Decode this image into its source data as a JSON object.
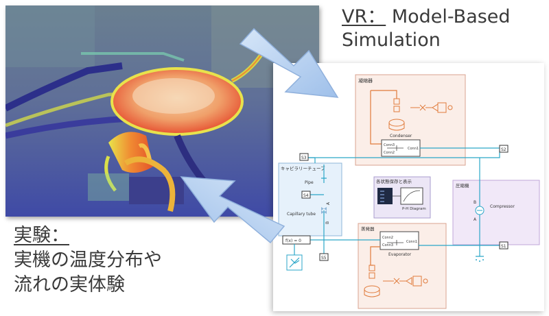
{
  "vr_caption": {
    "heading": "VR：",
    "line1": "Model-Based",
    "line2": "Simulation"
  },
  "experiment_caption": {
    "heading": "実験：",
    "line1": "実機の温度分布や",
    "line2": "流れの実体験"
  },
  "model": {
    "subsystems": {
      "condenser": {
        "title": "凝縮器",
        "block": "Condenser",
        "port1": "Conn1",
        "port2": "Conn2",
        "port3": "Conn3"
      },
      "capillary": {
        "title": "キャピラリーチューブ",
        "pipe": "Pipe",
        "tube": "Capillary tube",
        "port_a": "A",
        "port_b": "B"
      },
      "state": {
        "title": "各状態保存と表示",
        "diagram": "P-H Diagram"
      },
      "compressor": {
        "title": "圧縮機",
        "block": "Compressor",
        "port_a": "A",
        "port_b": "B"
      },
      "evaporator": {
        "title": "蒸発器",
        "block": "Evaporator",
        "port1": "Conn1",
        "port2": "Conn2",
        "port3": "Conn3"
      }
    },
    "ports": [
      "S3",
      "S2",
      "S4",
      "S1",
      "S5"
    ],
    "solver_config": "f(x) = 0"
  },
  "colors": {
    "arrow_fill": "#a9c8ee",
    "arrow_stroke": "#8fb0dc",
    "signal_line": "#2aa6c8",
    "subsystem_bg": "#fbeee8",
    "capillary_bg": "#e6f1fb",
    "compressor_bg": "#f1e8f8",
    "state_bg": "#ece6f6"
  }
}
